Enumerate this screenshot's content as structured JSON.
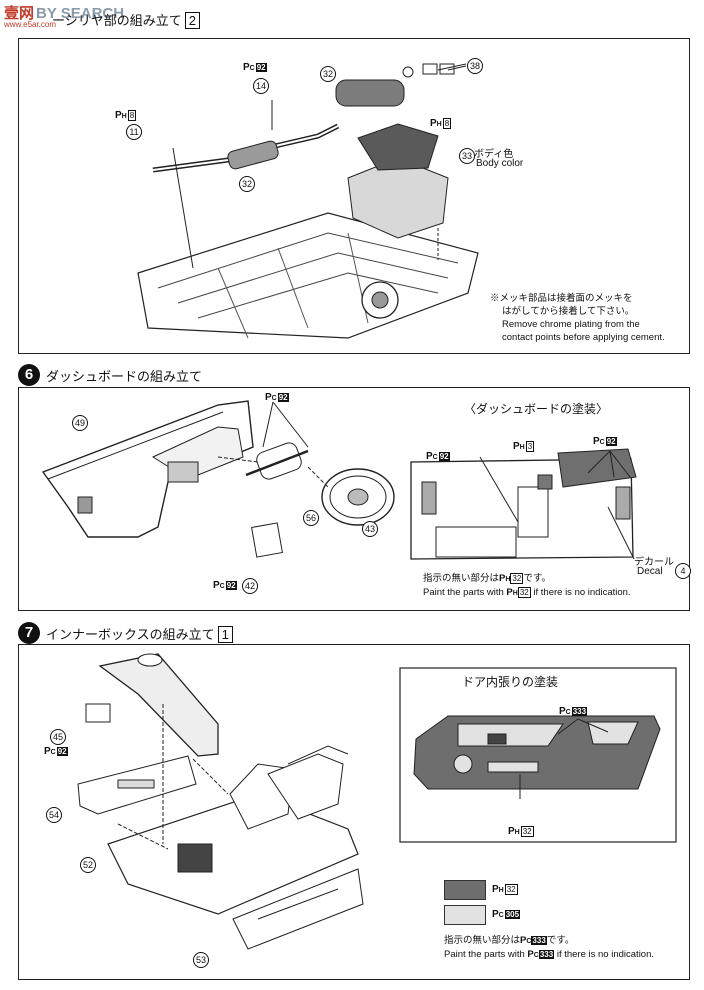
{
  "watermark": {
    "brand": "壹网",
    "search": "BY SEARCH",
    "domain": "www.e5ar.com"
  },
  "step5": {
    "title": "ーシリヤ部の組み立て",
    "box": "2",
    "body_color_jp": "ボディ色",
    "body_color_en": "Body color",
    "note_jp1": "※メッキ部品は接着面のメッキを",
    "note_jp2": "はがしてから接着して下さい。",
    "note_en1": "Remove chrome plating from the",
    "note_en2": "contact points before applying cement.",
    "parts": [
      "14",
      "32",
      "11",
      "32",
      "33",
      "38"
    ],
    "codes": [
      {
        "p": "P",
        "sub": "C",
        "n": "92"
      },
      {
        "p": "P",
        "sub": "H",
        "n": "8"
      },
      {
        "p": "P",
        "sub": "H",
        "n": "8"
      }
    ]
  },
  "step6": {
    "num": "6",
    "title": "ダッシュボードの組み立て",
    "paint_title": "〈ダッシュボードの塗装〉",
    "decal_jp": "デカール",
    "decal_en": "Decal",
    "decal_part": "4",
    "note_jp": "指示の無い部分は",
    "note_jp_tail": "です。",
    "note_en": "Paint the parts with",
    "note_en_tail": "if there is no indication.",
    "parts": [
      "49",
      "56",
      "43",
      "42"
    ],
    "codes": [
      {
        "p": "P",
        "sub": "C",
        "n": "92"
      },
      {
        "p": "P",
        "sub": "C",
        "n": "92"
      },
      {
        "p": "P",
        "sub": "C",
        "n": "92"
      },
      {
        "p": "P",
        "sub": "H",
        "n": "3"
      },
      {
        "p": "P",
        "sub": "C",
        "n": "92"
      },
      {
        "p": "P",
        "sub": "H",
        "n": "32"
      }
    ]
  },
  "step7": {
    "num": "7",
    "title": "インナーボックスの組み立て",
    "box": "1",
    "door_title": "ドア内張りの塗装",
    "note_jp": "指示の無い部分は",
    "note_jp_tail": "です。",
    "note_en": "Paint the parts with",
    "note_en_tail": "if there is no indication.",
    "parts": [
      "45",
      "54",
      "52",
      "53"
    ],
    "codes": [
      {
        "p": "P",
        "sub": "C",
        "n": "92"
      },
      {
        "p": "P",
        "sub": "C",
        "n": "333"
      },
      {
        "p": "P",
        "sub": "H",
        "n": "32"
      },
      {
        "p": "P",
        "sub": "H",
        "n": "32"
      },
      {
        "p": "P",
        "sub": "C",
        "n": "305"
      },
      {
        "p": "P",
        "sub": "C",
        "n": "333"
      }
    ],
    "swatch_colors": [
      "#6e6e6e",
      "#e2e2e2"
    ]
  }
}
